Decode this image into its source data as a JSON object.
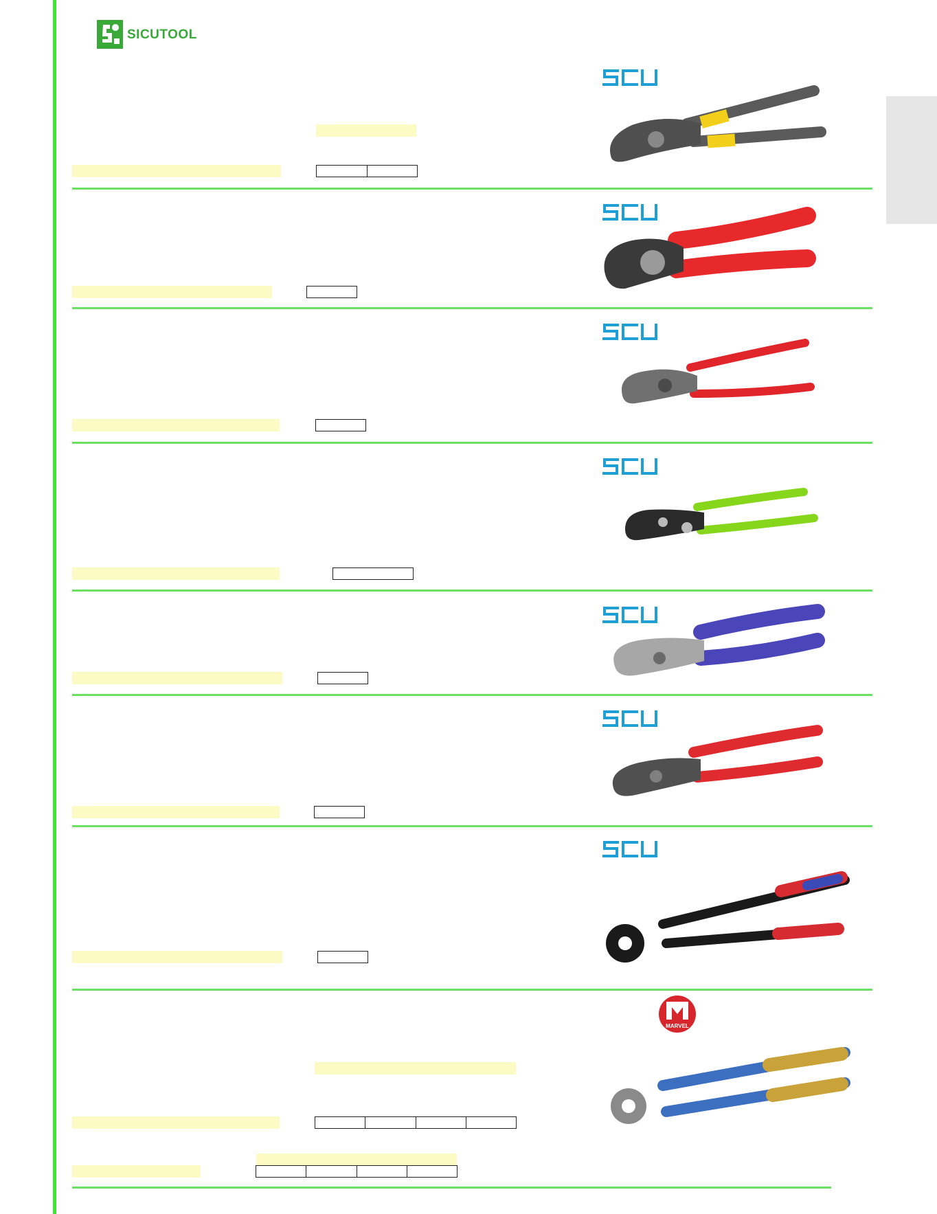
{
  "header": {
    "brand_name": "SICUTOOL",
    "logo_icon": "sicutool-logo-icon",
    "brand_color": "#3aa93a"
  },
  "colors": {
    "accent_green": "#3ee636",
    "divider_green": "#6be063",
    "highlight_yellow": "#fcfbc3",
    "scu_blue": "#1e9fd6",
    "marvel_red": "#d7262b",
    "side_tab_gray": "#e6e6e6"
  },
  "products": [
    {
      "brand": "scu",
      "tool_icon": "cable-cutter-gray-yellow-icon",
      "table_cells": 2
    },
    {
      "brand": "scu",
      "tool_icon": "cable-cutter-red-insulated-icon",
      "table_cells": 1
    },
    {
      "brand": "scu",
      "tool_icon": "cable-cutter-red-slim-icon",
      "table_cells": 1
    },
    {
      "brand": "scu",
      "tool_icon": "cable-cutter-green-icon",
      "table_cells": 1
    },
    {
      "brand": "scu",
      "tool_icon": "cable-cutter-blue-icon",
      "table_cells": 1
    },
    {
      "brand": "scu",
      "tool_icon": "cable-cutter-red-dark-head-icon",
      "table_cells": 1
    },
    {
      "brand": "scu",
      "tool_icon": "long-handle-cable-cutter-icon",
      "table_cells": 1
    },
    {
      "brand": "marvel",
      "tool_icon": "heavy-duty-cable-cutter-icon",
      "table_cells": 4,
      "brand_text": "MARVEL"
    }
  ],
  "footer_table_cells": 4
}
